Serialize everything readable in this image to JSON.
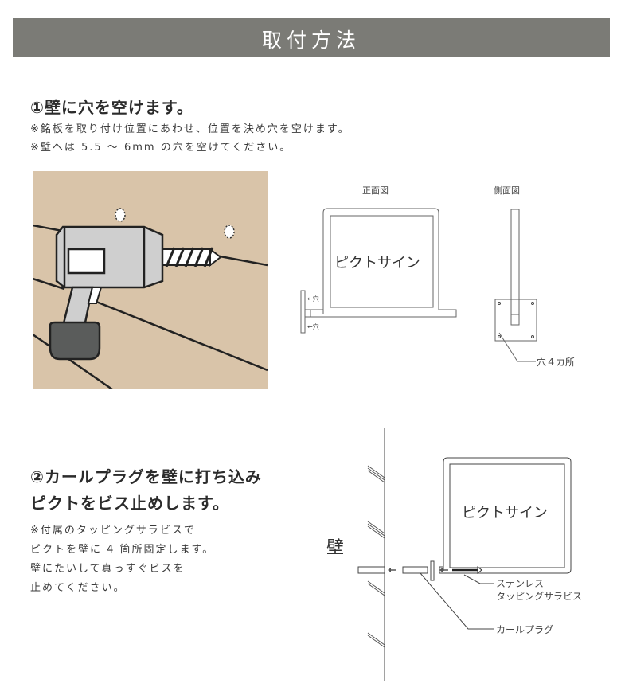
{
  "header": {
    "title": "取付方法"
  },
  "step1": {
    "heading": "①壁に穴を空けます。",
    "notes": [
      "※銘板を取り付け位置にあわせ、位置を決め穴を空けます。",
      "※壁へは 5.5 ～ 6mm の穴を空けてください。"
    ],
    "front_view": {
      "label": "正面図",
      "sign_text": "ピクトサイン",
      "hole_label_1": "←穴",
      "hole_label_2": "←穴"
    },
    "side_view": {
      "label": "側面図",
      "holes_label": "穴４カ所"
    }
  },
  "step2": {
    "heading_line1": "②カールプラグを壁に打ち込み",
    "heading_line2": "ピクトをビス止めします。",
    "notes": [
      "※付属のタッピングサラビスで",
      "ピクトを壁に 4 箇所固定します。",
      "壁にたいして真っすぐビスを",
      "止めてください。"
    ],
    "diagram": {
      "wall_label": "壁",
      "sign_text": "ピクトサイン",
      "screw_label_line1": "ステンレス",
      "screw_label_line2": "タッピングサラビス",
      "plug_label": "カールプラグ"
    }
  },
  "colors": {
    "banner": "#7b7b76",
    "wall": "#d9c4a9",
    "drill_body": "#cfcfcf",
    "drill_battery": "#5a5c5b"
  }
}
